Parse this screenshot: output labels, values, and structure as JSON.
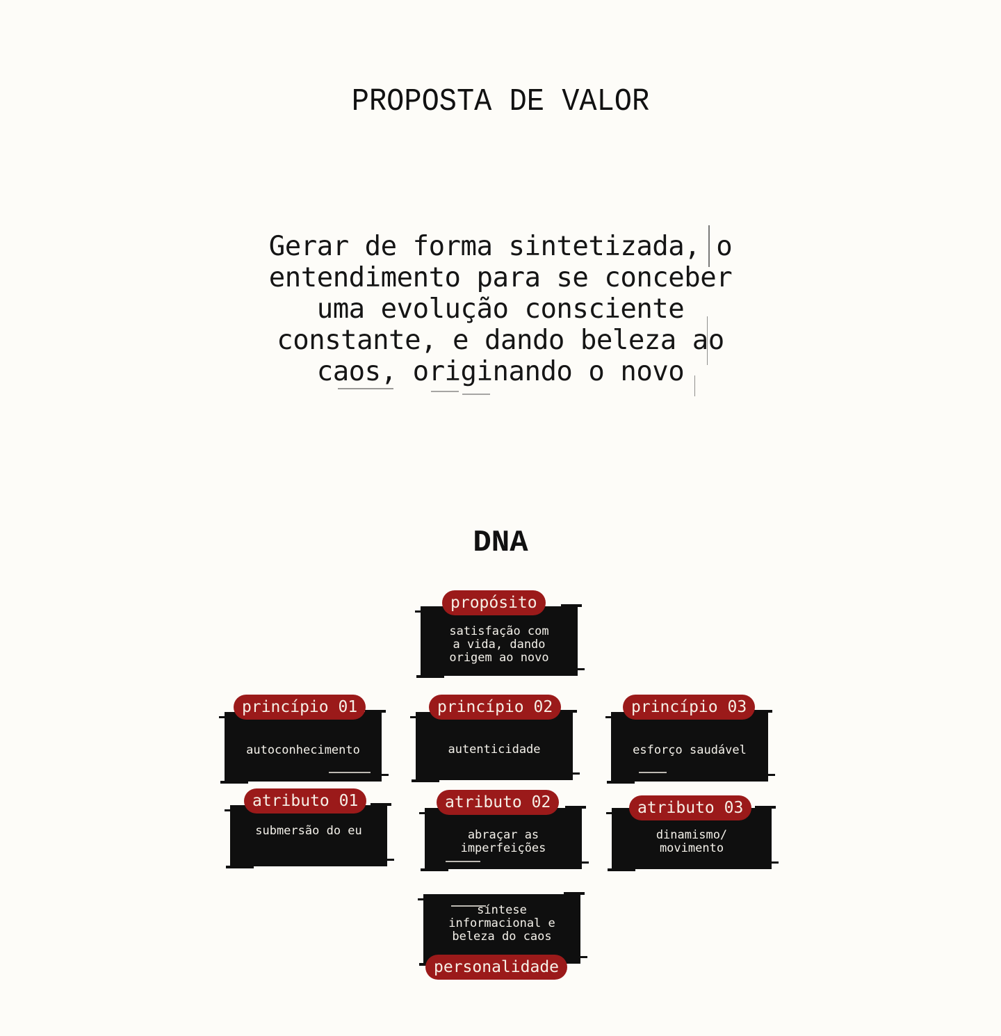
{
  "proposta": {
    "title": "PROPOSTA DE VALOR",
    "lines": [
      "Gerar de forma sintetizada, o",
      "entendimento para se conceber",
      "uma evolução consciente",
      "constante, e dando beleza ao",
      "caos, originando o novo"
    ]
  },
  "dna": {
    "title": "DNA",
    "proposito": {
      "label": "propósito",
      "text": "satisfação com a vida, dando origem ao novo"
    },
    "principio_01": {
      "label": "princípio 01",
      "text": "autoconhecimento"
    },
    "principio_02": {
      "label": "princípio 02",
      "text": "autenticidade"
    },
    "principio_03": {
      "label": "princípio 03",
      "text": "esforço saudável"
    },
    "atributo_01": {
      "label": "atributo 01",
      "text": "submersão do eu"
    },
    "atributo_02": {
      "label": "atributo 02",
      "text": "abraçar as imperfeições"
    },
    "atributo_03": {
      "label": "atributo 03",
      "text": "dinamismo/ movimento"
    },
    "personalidade": {
      "label": "personalidade",
      "text": "síntese informacional e beleza do caos"
    }
  },
  "colors": {
    "background": "#fdfcf8",
    "card": "#0f0f0f",
    "pill": "#9b1a1a",
    "text": "#111111"
  }
}
